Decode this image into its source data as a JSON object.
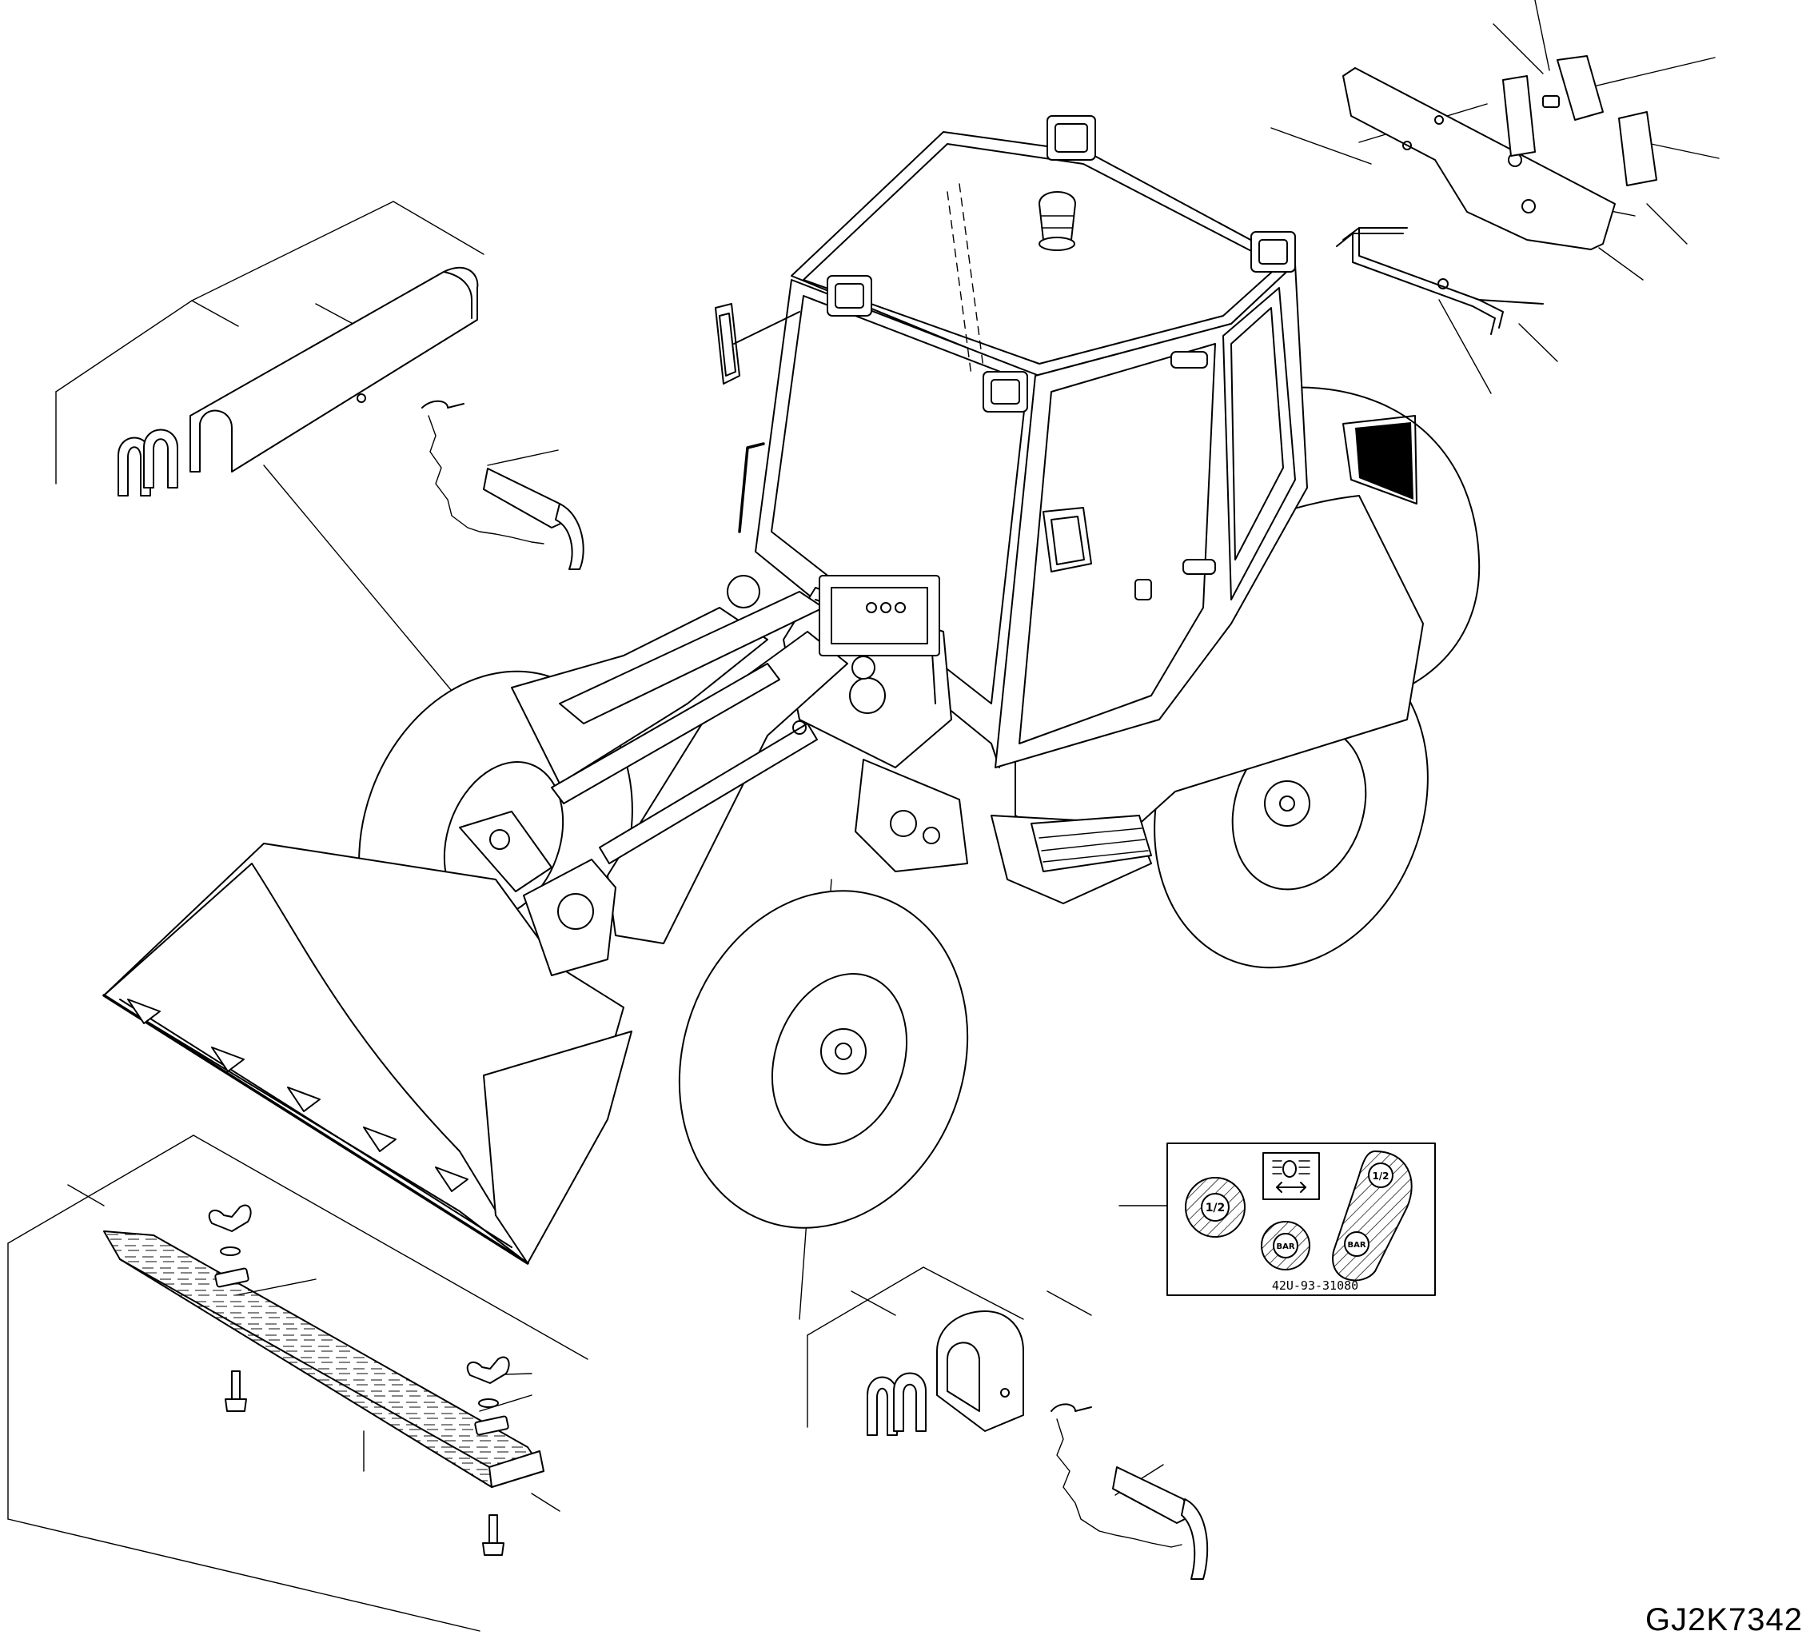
{
  "drawing_id": "GJ2K7342",
  "decal_sheet": {
    "code": "42U-93-31080",
    "symbols": [
      "1/2",
      "1/2",
      "BAR",
      "BAR"
    ]
  },
  "icons": {
    "headlight": "headlight-beam-icon",
    "arrows": "left-right-arrow-icon"
  }
}
